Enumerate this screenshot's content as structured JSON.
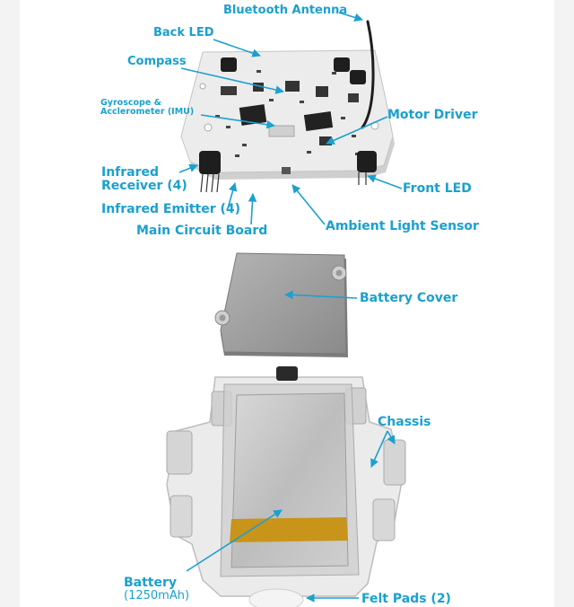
{
  "labels": {
    "bluetooth_antenna": "Bluetooth Antenna",
    "back_led": "Back LED",
    "compass": "Compass",
    "gyro_line1": "Gyroscope &",
    "gyro_line2": "Acclerometer (IMU)",
    "motor_driver": "Motor Driver",
    "ir_receiver_line1": "Infrared",
    "ir_receiver_line2": "Receiver (4)",
    "front_led": "Front LED",
    "ir_emitter": "Infrared Emitter (4)",
    "ambient_light_sensor": "Ambient Light Sensor",
    "main_circuit_board": "Main Circuit Board",
    "battery_cover": "Battery Cover",
    "chassis": "Chassis",
    "battery_line1": "Battery",
    "battery_line2": "(1250mAh)",
    "felt_pads": "Felt Pads (2)"
  },
  "colors": {
    "label": "#1ba0cf",
    "board": "#e9e9e9",
    "board_edge": "#c9c9c9",
    "chip": "#222222",
    "cover": "#9d9d9d",
    "battery_stripe": "#c9941a",
    "chassis": "#dcdcdc"
  }
}
